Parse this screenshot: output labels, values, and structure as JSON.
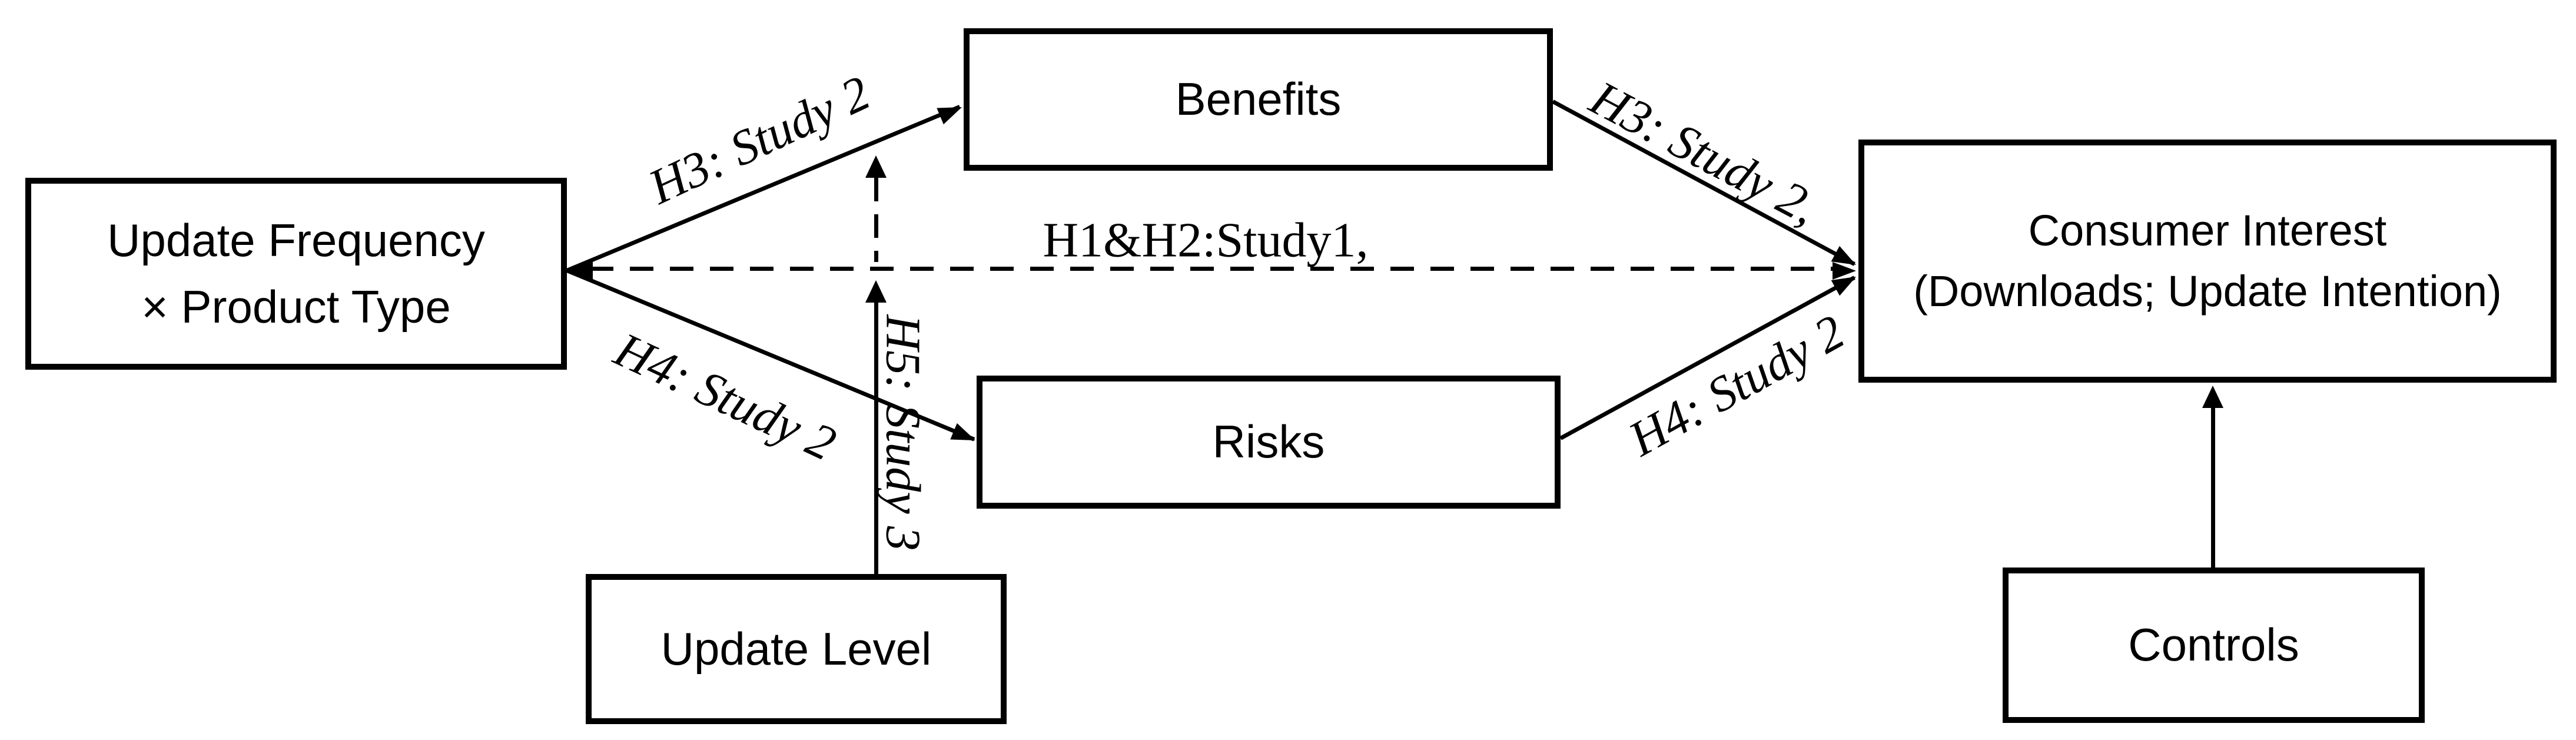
{
  "boxes": {
    "update_frequency": {
      "line1": "Update Frequency",
      "line2": "× Product Type"
    },
    "benefits": {
      "label": "Benefits"
    },
    "risks": {
      "label": "Risks"
    },
    "update_level": {
      "label": "Update Level"
    },
    "consumer_interest": {
      "line1": "Consumer Interest",
      "line2": "(Downloads; Update Intention)"
    },
    "controls": {
      "label": "Controls"
    }
  },
  "edges": {
    "uf_to_benefits": {
      "label": "H3: Study 2",
      "style": "solid-arrow"
    },
    "uf_to_risks": {
      "label": "H4: Study 2",
      "style": "solid-arrow"
    },
    "uf_to_ci_direct": {
      "label": "H1&H2:Study1,",
      "style": "dashed-double-arrow"
    },
    "benefits_to_ci": {
      "label": "H3: Study 2,",
      "style": "solid-arrow"
    },
    "risks_to_ci": {
      "label": "H4: Study 2",
      "style": "solid-arrow"
    },
    "update_level_moderation": {
      "label": "H5: Study 3",
      "style": "solid-then-dashed-up-arrows"
    },
    "controls_to_ci": {
      "label": "",
      "style": "solid-arrow"
    }
  },
  "colors": {
    "ink": "#000000",
    "paper": "#ffffff"
  }
}
